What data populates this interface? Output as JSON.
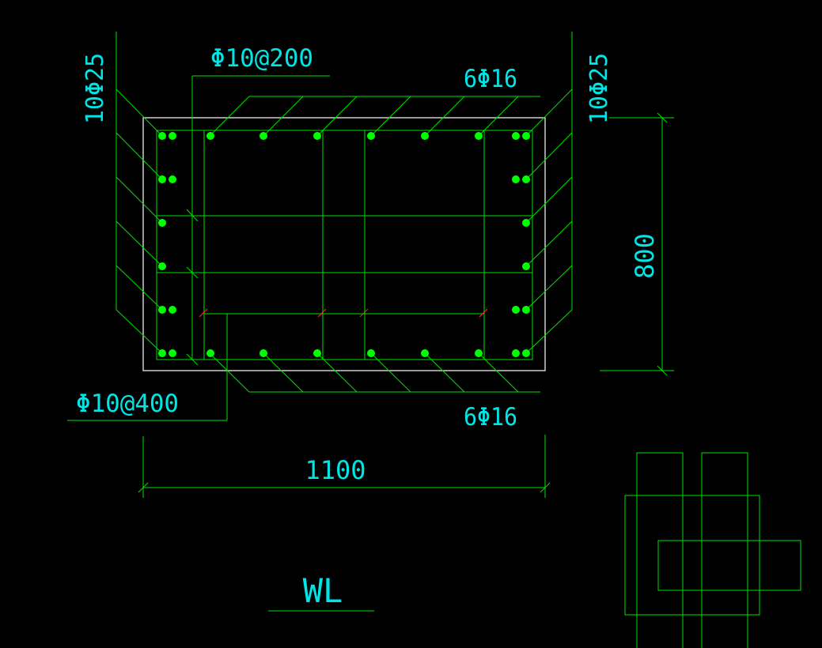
{
  "colors": {
    "background": "#000000",
    "section_outline": "#ffffff",
    "rebar_line": "#00e000",
    "rebar_dot": "#00ff00",
    "text": "#00e5e5",
    "tick": "#ff3030"
  },
  "annotations": {
    "left_longitudinal": "10Φ25",
    "right_longitudinal": "10Φ25",
    "top_stirrup": "Φ10@200",
    "bottom_tie": "Φ10@400",
    "top_bars": "6Φ16",
    "bottom_bars": "6Φ16"
  },
  "dimensions": {
    "width": "1100",
    "height": "800"
  },
  "title": "WL"
}
